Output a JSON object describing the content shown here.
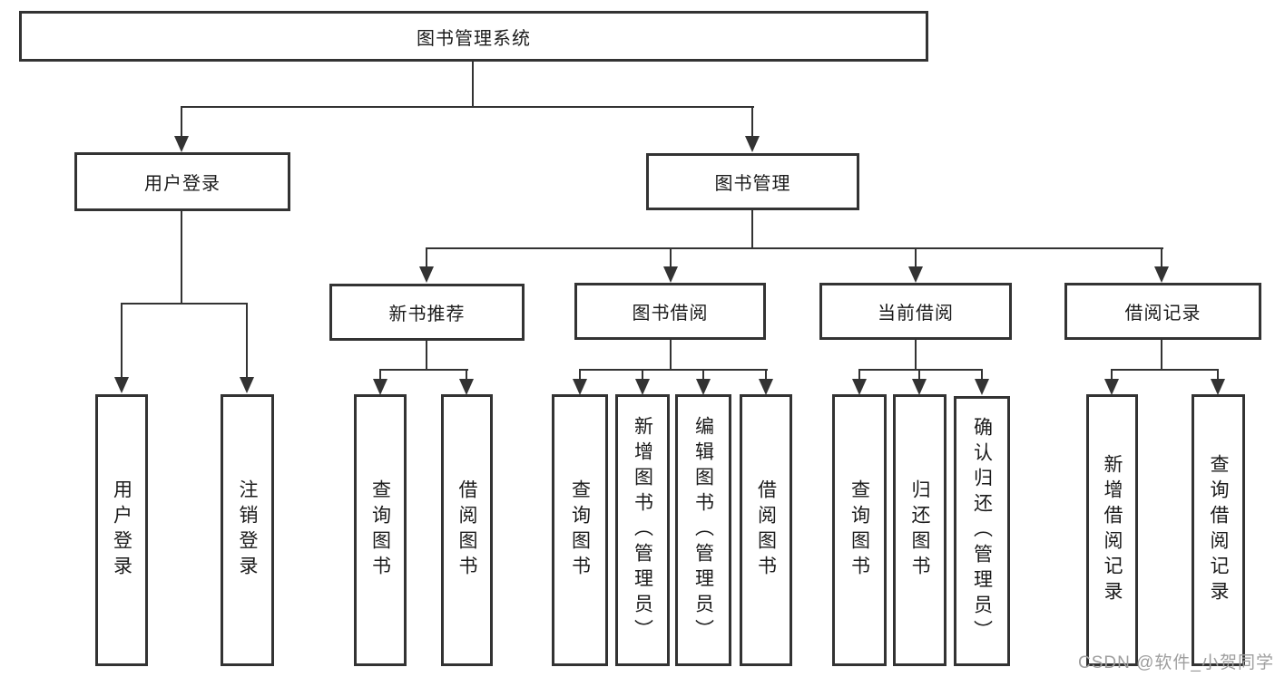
{
  "diagram": {
    "type": "hierarchy-diagram",
    "tree": {
      "label": "图书管理系统",
      "children": [
        {
          "label": "用户登录",
          "children": [
            {
              "label": "用户登录"
            },
            {
              "label": "注销登录"
            }
          ]
        },
        {
          "label": "图书管理",
          "children": [
            {
              "label": "新书推荐",
              "children": [
                {
                  "label": "查询图书"
                },
                {
                  "label": "借阅图书"
                }
              ]
            },
            {
              "label": "图书借阅",
              "children": [
                {
                  "label": "查询图书"
                },
                {
                  "label": "新增图书（管理员）"
                },
                {
                  "label": "编辑图书（管理员）"
                },
                {
                  "label": "借阅图书"
                }
              ]
            },
            {
              "label": "当前借阅",
              "children": [
                {
                  "label": "查询图书"
                },
                {
                  "label": "归还图书"
                },
                {
                  "label": "确认归还（管理员）"
                }
              ]
            },
            {
              "label": "借阅记录",
              "children": [
                {
                  "label": "新增借阅记录"
                },
                {
                  "label": "查询借阅记录"
                }
              ]
            }
          ]
        }
      ]
    },
    "colors": {
      "line": "#333333",
      "border": "#333333",
      "text": "#1b1b1b",
      "watermark": "#9e9e9e",
      "background": "#ffffff"
    }
  },
  "watermark": {
    "text": "CSDN @软件_小贺同学"
  }
}
